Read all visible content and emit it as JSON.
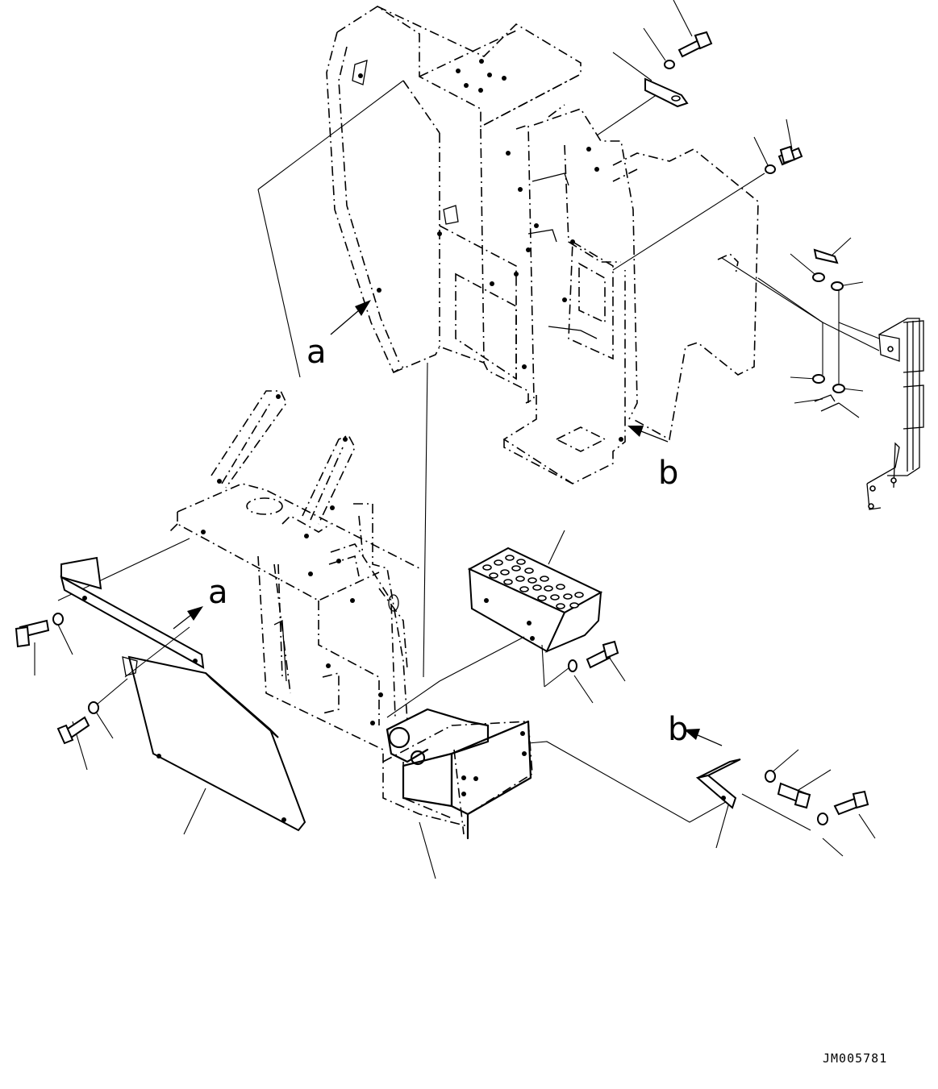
{
  "drawing": {
    "document_code": "JM005781",
    "reference_labels": {
      "upper_a": "a",
      "lower_a": "a",
      "upper_b": "b",
      "lower_b": "b"
    }
  }
}
